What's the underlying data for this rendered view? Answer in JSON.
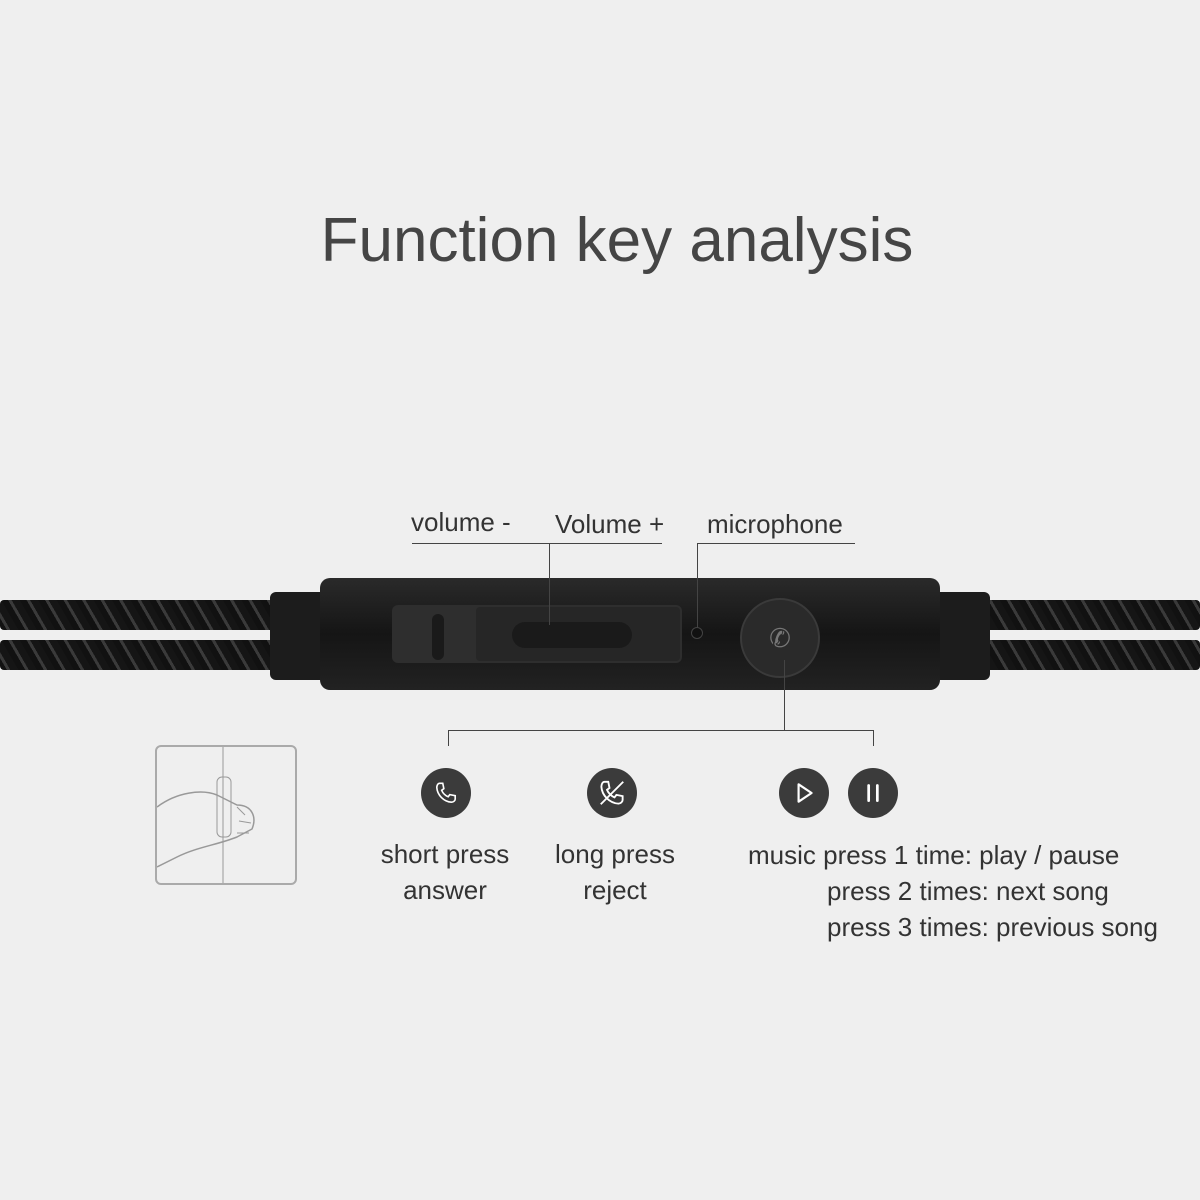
{
  "title": "Function key analysis",
  "labels": {
    "volume_minus": "volume -",
    "volume_plus": "Volume +",
    "microphone": "microphone"
  },
  "functions": [
    {
      "icon": "phone-icon",
      "lines": [
        "short press",
        "answer"
      ]
    },
    {
      "icon": "phone-reject-icon",
      "lines": [
        "long press",
        "reject"
      ]
    }
  ],
  "music": {
    "icons": [
      "play-icon",
      "pause-icon"
    ],
    "lines": [
      "music press 1 time: play / pause",
      "press 2 times: next song",
      "press 3 times: previous song"
    ]
  }
}
